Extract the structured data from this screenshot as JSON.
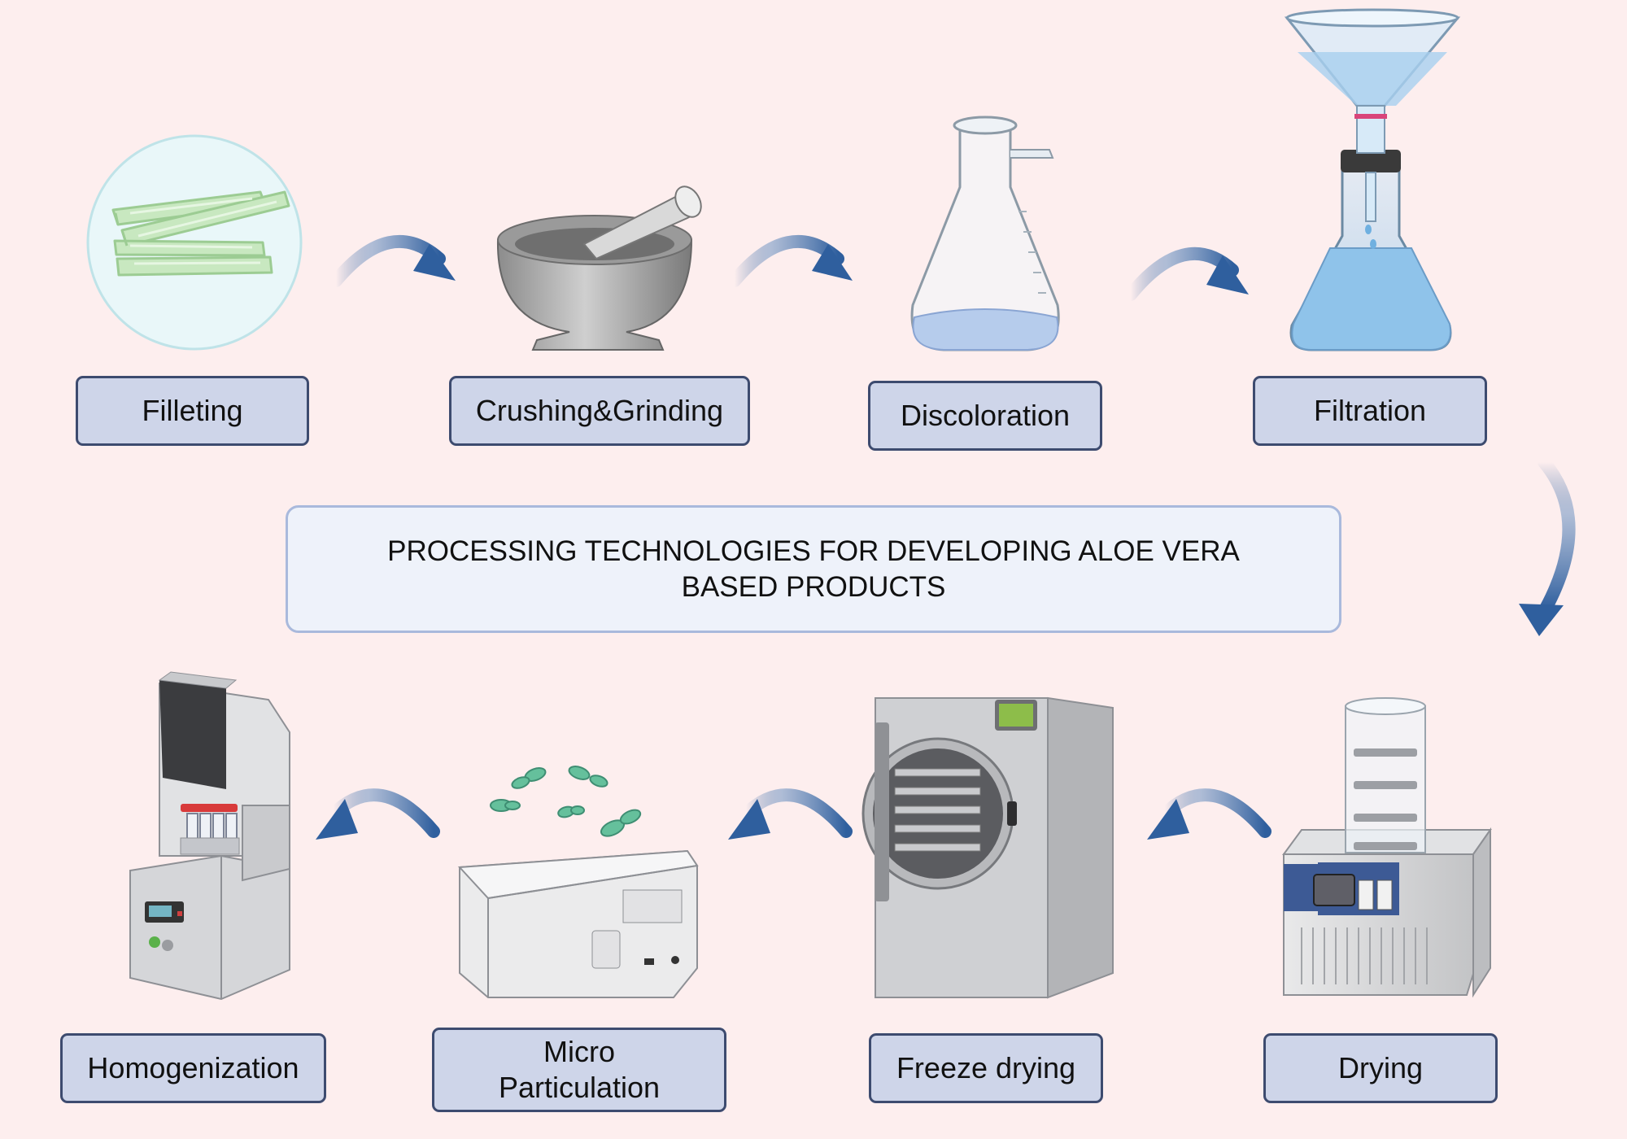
{
  "title": "PROCESSING TECHNOLOGIES FOR DEVELOPING ALOE VERA BASED PRODUCTS",
  "steps": [
    {
      "label": "Filleting",
      "icon": "aloe-fillets-icon"
    },
    {
      "label": "Crushing&Grinding",
      "icon": "mortar-pestle-icon"
    },
    {
      "label": "Discoloration",
      "icon": "flask-icon"
    },
    {
      "label": "Filtration",
      "icon": "funnel-flask-icon"
    },
    {
      "label": "Drying",
      "icon": "dryer-icon"
    },
    {
      "label": "Freeze drying",
      "icon": "freeze-dryer-icon"
    },
    {
      "label": "Micro Particulation",
      "icon": "micro-particulation-icon"
    },
    {
      "label": "Homogenization",
      "icon": "homogenizer-icon"
    }
  ],
  "colors": {
    "background": "#fdeeee",
    "label_fill": "#ced5e9",
    "label_border": "#3d4b6f",
    "arrow": "#2f5f9e",
    "title_fill": "#eef2fa",
    "title_border": "#a9b9dc"
  }
}
